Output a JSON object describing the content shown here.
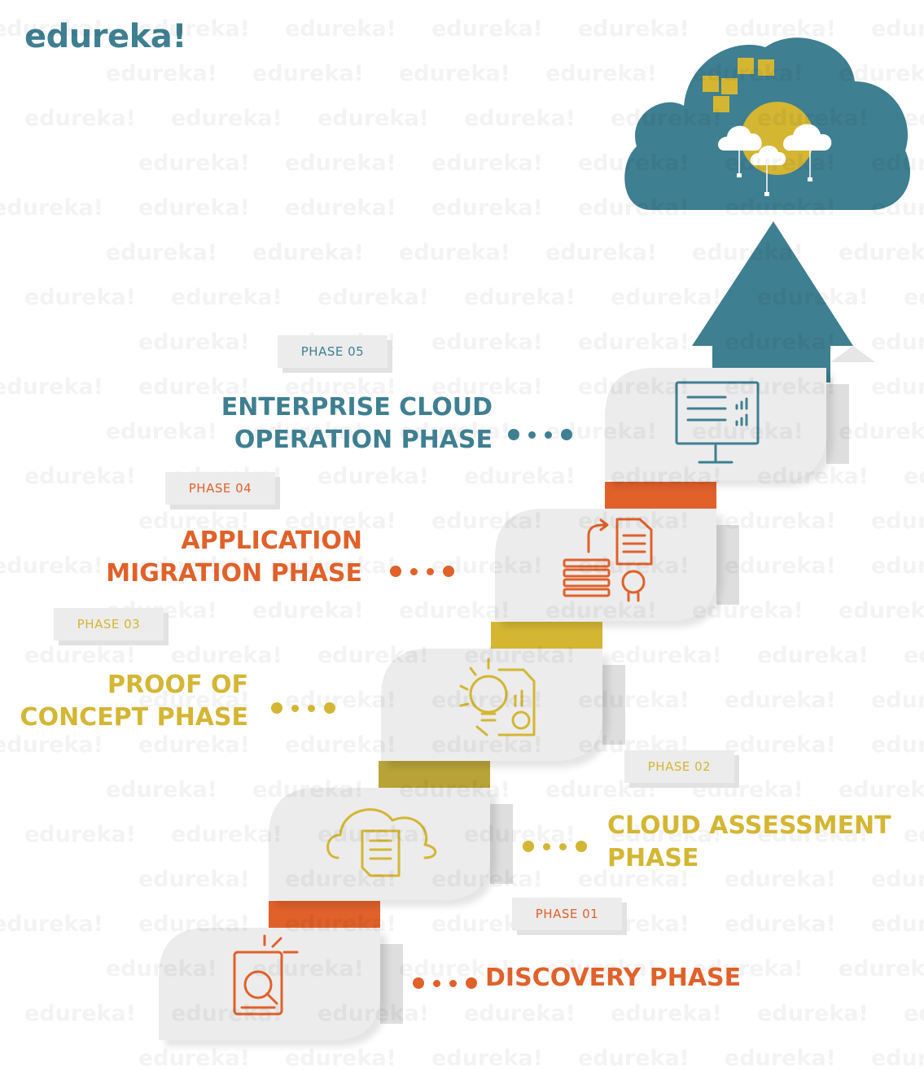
{
  "brand": {
    "logo_text": "edureka!",
    "watermark_text": "edureka!"
  },
  "colors": {
    "teal": "#3e7f91",
    "orange": "#e0612a",
    "gold": "#d4b633",
    "olive": "#b8a338",
    "step_face": "#ececec",
    "tag_bg": "#ececec"
  },
  "phases": [
    {
      "tag": "PHASE 01",
      "title_lines": [
        "DISCOVERY PHASE"
      ],
      "color": "#e0612a",
      "icon": "document-search-icon"
    },
    {
      "tag": "PHASE 02",
      "title_lines": [
        "CLOUD ASSESSMENT",
        "PHASE"
      ],
      "color": "#d4b633",
      "icon": "cloud-document-icon"
    },
    {
      "tag": "PHASE 03",
      "title_lines": [
        "PROOF OF",
        "CONCEPT PHASE"
      ],
      "color": "#d4b633",
      "icon": "lightbulb-report-icon"
    },
    {
      "tag": "PHASE 04",
      "title_lines": [
        "APPLICATION",
        "MIGRATION PHASE"
      ],
      "color": "#e0612a",
      "icon": "server-migration-icon"
    },
    {
      "tag": "PHASE 05",
      "title_lines": [
        "ENTERPRISE CLOUD",
        "OPERATION PHASE"
      ],
      "color": "#3e7f91",
      "icon": "monitor-dashboard-icon"
    }
  ],
  "top_graphic": {
    "icon": "cloud-with-cubes-icon",
    "arrow": "up-arrow-icon"
  }
}
